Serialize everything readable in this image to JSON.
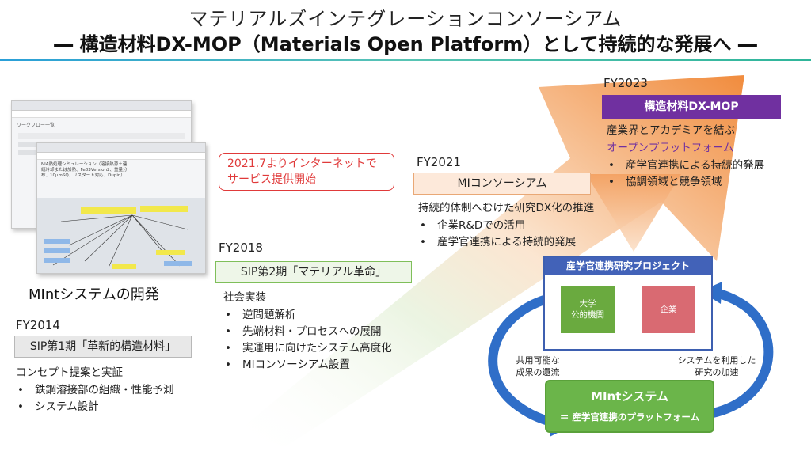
{
  "header": {
    "title_line1": "マテリアルズインテグレーションコンソーシアム",
    "title_line2": "― 構造材料DX-MOP（Materials Open Platform）として持続的な発展へ ―"
  },
  "screenshots": {
    "back_title": "ワークフロー一覧",
    "front_title": "NIA熱処理シミュレーション（溶接熱源＋連続冷却または加熱、Fe83Version2、重量分布、10μmSQ、リスタート対応、Dupin）",
    "caption": "MIntシステムの開発"
  },
  "fy2014": {
    "year": "FY2014",
    "label": "SIP第1期「革新的構造材料」",
    "heading": "コンセプト提案と実証",
    "items": [
      "鉄鋼溶接部の組織・性能予測",
      "システム設計"
    ]
  },
  "fy2018": {
    "year": "FY2018",
    "label": "SIP第2期「マテリアル革命」",
    "heading": "社会実装",
    "items": [
      "逆問題解析",
      "先端材料・プロセスへの展開",
      "実運用に向けたシステム高度化",
      "MIコンソーシアム設置"
    ]
  },
  "callout": {
    "text": "2021.7よりインターネットでサービス提供開始"
  },
  "fy2021": {
    "year": "FY2021",
    "label": "MIコンソーシアム",
    "heading": "持続的体制へむけた研究DX化の推進",
    "items": [
      "企業R&Dでの活用",
      "産学官連携による持続的発展"
    ]
  },
  "fy2023": {
    "year": "FY2023",
    "label": "構造材料DX-MOP",
    "heading": "産業界とアカデミアを結ぶ",
    "highlight": "オープンプラットフォーム",
    "items": [
      "産学官連携による持続的発展",
      "協調領域と競争領域"
    ]
  },
  "project": {
    "title": "産学官連携研究プロジェクト",
    "left_block": "大学\n公的機関",
    "right_block": "企業",
    "left_flow": "共用可能な\n成果の還流",
    "right_flow": "システムを利用した\n研究の加速"
  },
  "mint": {
    "title": "MIntシステム",
    "subtitle": "＝ 産学官連携のプラットフォーム"
  },
  "colors": {
    "accent_orange": "#f0852a",
    "purple": "#7030a0",
    "green_box_border": "#7fbf5a",
    "green_box_fill": "#eef6e8",
    "callout_red": "#e03a3a",
    "blue": "#3d6fc4",
    "mint_green": "#6bb54a",
    "company_pink": "#d96a72",
    "univ_green": "#6aaa3f"
  }
}
